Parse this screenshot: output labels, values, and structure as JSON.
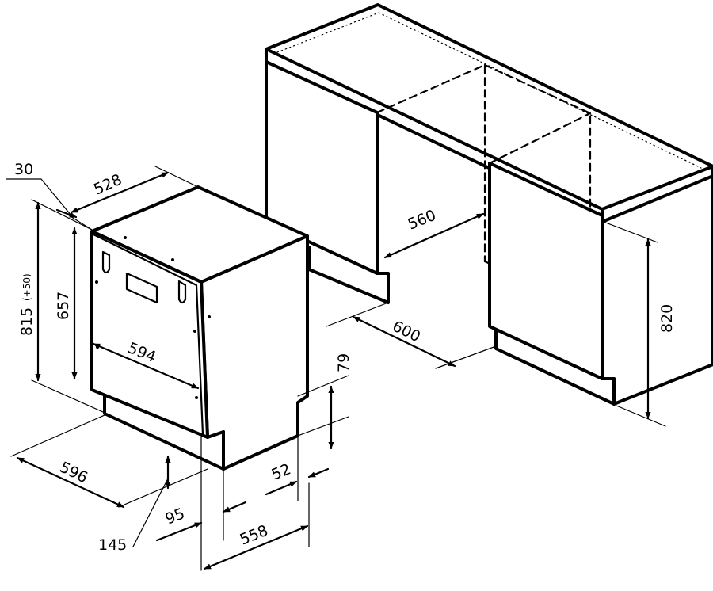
{
  "labels": {
    "d528": "528",
    "d30": "30",
    "d815": "815",
    "d815_note": "(+50)",
    "d657": "657",
    "d594": "594",
    "d596": "596",
    "d145": "145",
    "d95": "95",
    "d558": "558",
    "d52": "52",
    "d79": "79",
    "d560": "560",
    "d600": "600",
    "d820": "820"
  },
  "colors": {
    "line": "#000000",
    "background": "#ffffff"
  }
}
